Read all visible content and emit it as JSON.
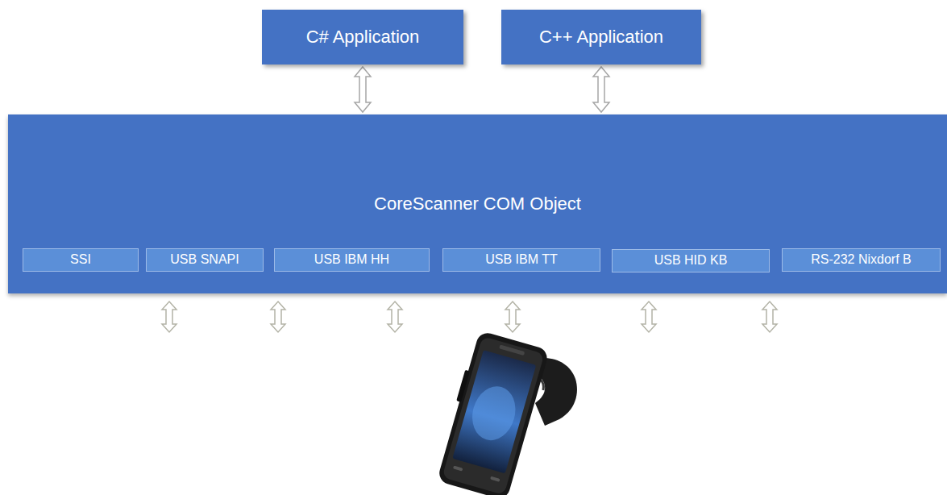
{
  "diagram": {
    "nodes": [
      {
        "text": [
          "C# Application"
        ]
      },
      {
        "text": [
          "C++ Application"
        ]
      },
      {
        "text": [
          "CoreScanner COM Object"
        ]
      },
      {
        "text": [
          "SSI"
        ],
        "in": 2
      },
      {
        "text": [
          "USB SNAPI"
        ],
        "in": 2
      },
      {
        "text": [
          "USB IBM HH"
        ],
        "in": 2
      },
      {
        "text": [
          "USB IBM TT"
        ],
        "in": 2
      },
      {
        "text": [
          "USB HID KB"
        ],
        "in": 2
      },
      {
        "text": [
          "RS-232 Nixdorf B"
        ],
        "in": 2
      }
    ],
    "edges": [
      {
        "from": 0,
        "to": 2,
        "arrow": "both"
      },
      {
        "from": 1,
        "to": 2,
        "arrow": "both"
      }
    ]
  }
}
